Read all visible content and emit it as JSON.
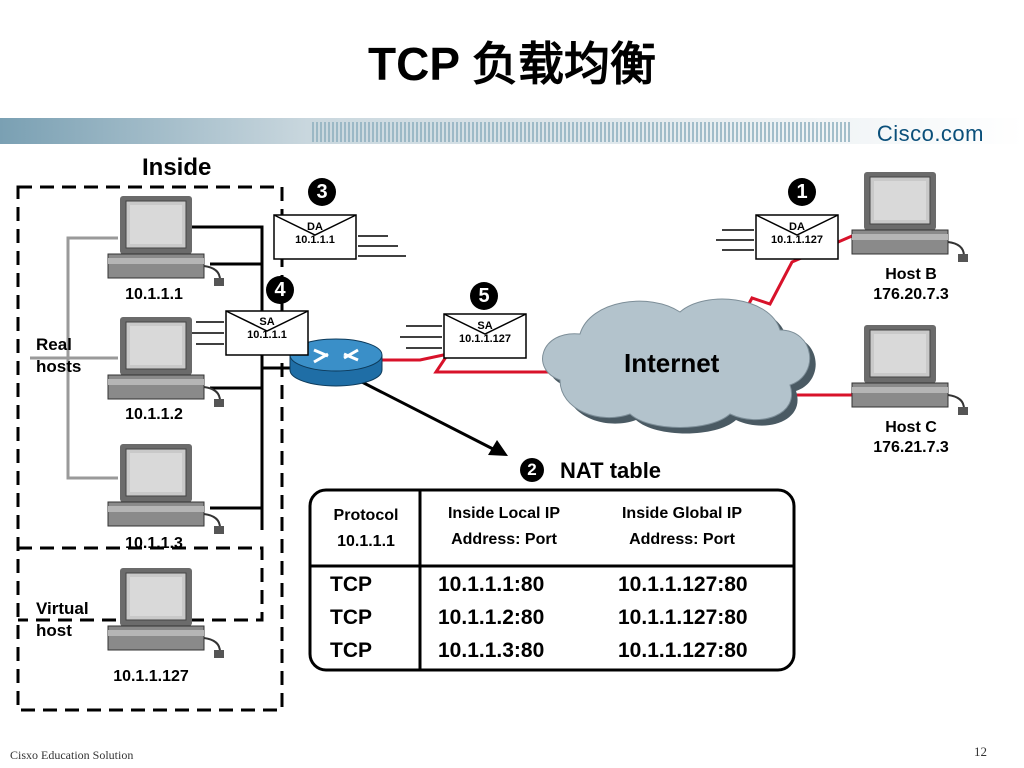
{
  "title": "TCP 负载均衡",
  "logo": "Cisco.com",
  "inside_label": "Inside",
  "real_hosts_label": [
    "Real",
    "hosts"
  ],
  "virtual_host_label": [
    "Virtual",
    "host"
  ],
  "hosts": [
    "10.1.1.1",
    "10.1.1.2",
    "10.1.1.3",
    "10.1.1.127"
  ],
  "host_b": [
    "Host B",
    "176.20.7.3"
  ],
  "host_c": [
    "Host C",
    "176.21.7.3"
  ],
  "internet_label": "Internet",
  "markers": {
    "m1": "1",
    "m2": "2",
    "m3": "3",
    "m4": "4",
    "m5": "5"
  },
  "envelopes": {
    "e1": {
      "field": "DA",
      "addr": "10.1.1.127"
    },
    "e3": {
      "field": "DA",
      "addr": "10.1.1.1"
    },
    "e4": {
      "field": "SA",
      "addr": "10.1.1.1"
    },
    "e5": {
      "field": "SA",
      "addr": "10.1.1.127"
    }
  },
  "nat": {
    "label": "NAT table",
    "headers": {
      "col1": [
        "Protocol",
        "10.1.1.1"
      ],
      "col2": [
        "Inside Local IP",
        "Address: Port"
      ],
      "col3": [
        "Inside Global IP",
        "Address: Port"
      ]
    },
    "rows": [
      {
        "protocol": "TCP",
        "local": "10.1.1.1:80",
        "global": "10.1.1.127:80"
      },
      {
        "protocol": "TCP",
        "local": "10.1.1.2:80",
        "global": "10.1.1.127:80"
      },
      {
        "protocol": "TCP",
        "local": "10.1.1.3:80",
        "global": "10.1.1.127:80"
      }
    ]
  },
  "footer_left": "Cisxo Education Solution",
  "page_number": "12",
  "colors": {
    "link_red": "#d8122a",
    "cloud": "#b3c3cc",
    "router": "#3a8fc8",
    "lan_gray": "#9a9a9a"
  }
}
